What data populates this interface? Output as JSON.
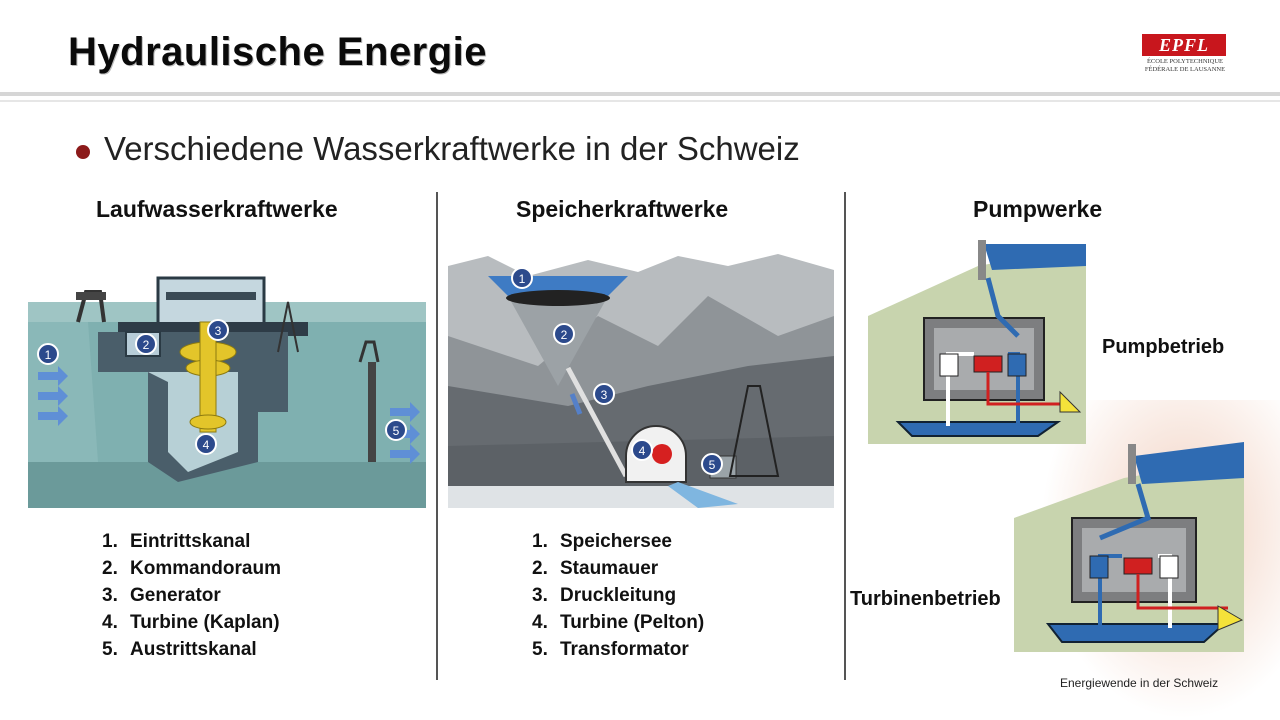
{
  "header": {
    "title": "Hydraulische Energie",
    "logo_text": "EPFL",
    "logo_sub1": "ÉCOLE POLYTECHNIQUE",
    "logo_sub2": "FÉDÉRALE DE LAUSANNE"
  },
  "subtitle": "Verschiedene Wasserkraftwerke in der Schweiz",
  "columns": {
    "run_of_river": {
      "title": "Laufwasserkraftwerke",
      "markers": [
        "1",
        "2",
        "3",
        "4",
        "5"
      ],
      "items": [
        {
          "num": "1.",
          "label": "Eintrittskanal"
        },
        {
          "num": "2.",
          "label": "Kommandoraum"
        },
        {
          "num": "3.",
          "label": "Generator"
        },
        {
          "num": "4.",
          "label": "Turbine (Kaplan)"
        },
        {
          "num": "5.",
          "label": "Austrittskanal"
        }
      ]
    },
    "storage": {
      "title": "Speicherkraftwerke",
      "markers": [
        "1",
        "2",
        "3",
        "4",
        "5"
      ],
      "items": [
        {
          "num": "1.",
          "label": "Speichersee"
        },
        {
          "num": "2.",
          "label": "Staumauer"
        },
        {
          "num": "3.",
          "label": "Druckleitung"
        },
        {
          "num": "4.",
          "label": "Turbine (Pelton)"
        },
        {
          "num": "5.",
          "label": "Transformator"
        }
      ]
    },
    "pumped": {
      "title": "Pumpwerke",
      "pump_mode": "Pumpbetrieb",
      "turbine_mode": "Turbinenbetrieb"
    }
  },
  "footer": "Energiewende in der Schweiz",
  "colors": {
    "accent_red": "#c8161d",
    "bullet": "#8c1a1a",
    "water": "#2f6bb2",
    "rock": "#6f7478"
  }
}
